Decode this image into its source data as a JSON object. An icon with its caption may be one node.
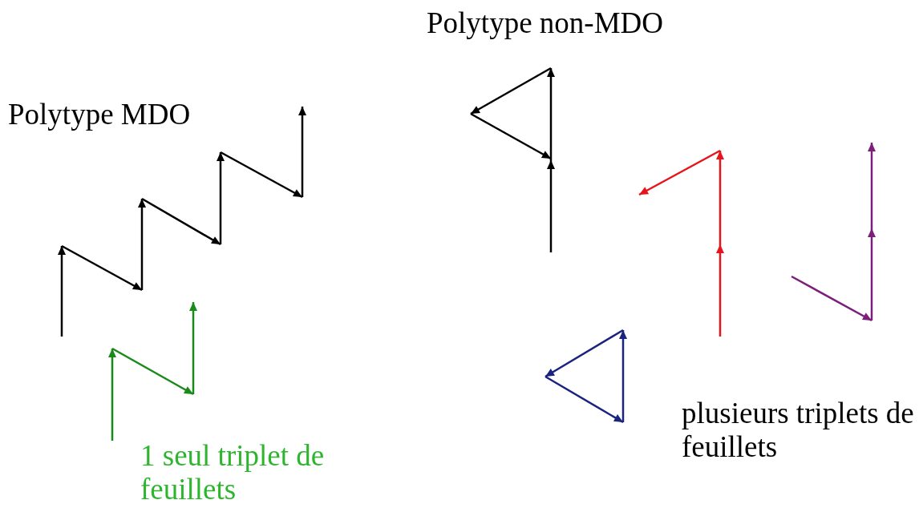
{
  "diagram": {
    "labels": [
      "Polytype non-MDO",
      "Polytype MDO",
      "1 seul triplet de feuillets",
      "plusieurs triplets de feuillets"
    ]
  }
}
